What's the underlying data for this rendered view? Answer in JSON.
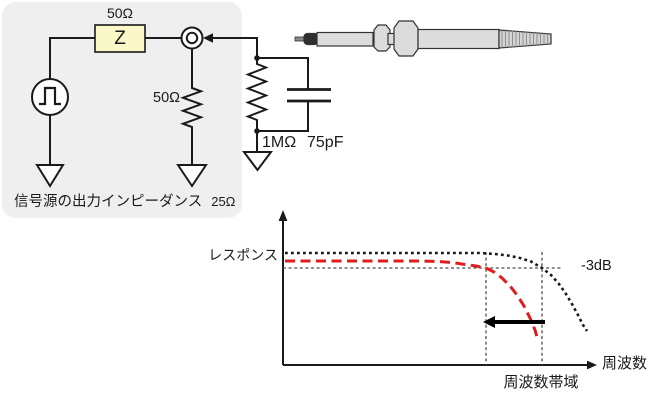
{
  "circuit": {
    "series_impedance_value": "50Ω",
    "z_block_label": "Z",
    "termination_value": "50Ω",
    "input_resistance": "1MΩ",
    "input_capacitance": "75pF",
    "source_note": "信号源の出力インピーダンス",
    "source_note_value": "25Ω"
  },
  "chart_data": {
    "type": "line",
    "title": "",
    "xlabel": "周波数",
    "ylabel": "レスポンス",
    "annotations": {
      "level": "-3dB",
      "bandwidth": "周波数帯域"
    },
    "legend": "none",
    "grid": false,
    "series": [
      {
        "name": "original-response-dotted",
        "color": "#1a1a1a",
        "dash": "dotted",
        "points": [
          [
            285,
            253
          ],
          [
            310,
            253
          ],
          [
            340,
            253
          ],
          [
            370,
            253
          ],
          [
            400,
            253
          ],
          [
            430,
            253
          ],
          [
            460,
            253
          ],
          [
            480,
            253
          ],
          [
            495,
            254
          ],
          [
            508,
            255.5
          ],
          [
            520,
            258
          ],
          [
            531,
            261.5
          ],
          [
            542,
            268
          ],
          [
            551,
            275
          ],
          [
            559,
            284
          ],
          [
            566,
            294
          ],
          [
            572,
            304
          ],
          [
            578,
            315
          ],
          [
            583,
            325
          ],
          [
            587,
            331
          ]
        ]
      },
      {
        "name": "probe-loaded-response-dashed",
        "color": "#de1e1e",
        "dash": "dashed",
        "points": [
          [
            285,
            261
          ],
          [
            310,
            261
          ],
          [
            340,
            261
          ],
          [
            370,
            261
          ],
          [
            400,
            261
          ],
          [
            420,
            261
          ],
          [
            438,
            261.5
          ],
          [
            452,
            262.5
          ],
          [
            465,
            264.5
          ],
          [
            476,
            266
          ],
          [
            486,
            268
          ],
          [
            494,
            272
          ],
          [
            502,
            278
          ],
          [
            510,
            286
          ],
          [
            517,
            295
          ],
          [
            524,
            306
          ],
          [
            530,
            318
          ],
          [
            535,
            330
          ],
          [
            538,
            341
          ]
        ]
      }
    ],
    "guides": {
      "minus3db_level_y": 268,
      "bandwidth_x_reduced": 486,
      "bandwidth_x_original": 542,
      "shift_arrow_y": 322
    }
  },
  "colors": {
    "panel_bg": "#efefef",
    "component_fill": "#faf7c9",
    "accent_red": "#de1e1e",
    "line_black": "#1a1a1a",
    "guide_gray": "#4d4d4d",
    "probe_body": "#dcdcdc"
  }
}
